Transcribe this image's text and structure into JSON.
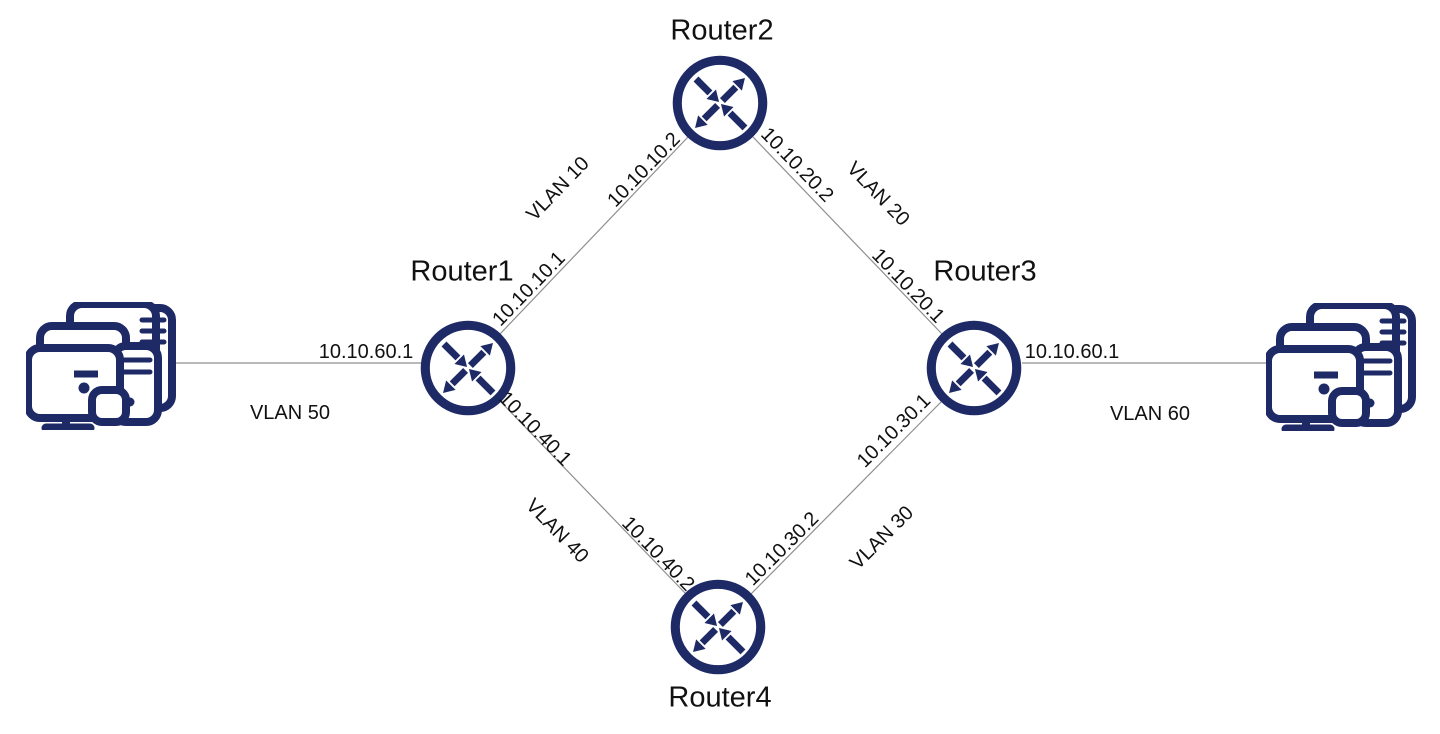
{
  "colors": {
    "node_navy": "#1e2a66",
    "wire_gray": "#8f8f8f",
    "text": "#111111"
  },
  "nodes": {
    "router1": {
      "label": "Router1"
    },
    "router2": {
      "label": "Router2"
    },
    "router3": {
      "label": "Router3"
    },
    "router4": {
      "label": "Router4"
    }
  },
  "links": {
    "r1_r2": {
      "vlan": "VLAN 10",
      "ip_a": "10.10.10.1",
      "ip_b": "10.10.10.2"
    },
    "r2_r3": {
      "vlan": "VLAN 20",
      "ip_a": "10.10.20.2",
      "ip_b": "10.10.20.1"
    },
    "r1_r4": {
      "vlan": "VLAN 40",
      "ip_a": "10.10.40.1",
      "ip_b": "10.10.40.2"
    },
    "r4_r3": {
      "vlan": "VLAN 30",
      "ip_a": "10.10.30.2",
      "ip_b": "10.10.30.1"
    },
    "lan50": {
      "vlan": "VLAN 50",
      "ip": "10.10.60.1"
    },
    "lan60": {
      "vlan": "VLAN 60",
      "ip": "10.10.60.1"
    }
  }
}
